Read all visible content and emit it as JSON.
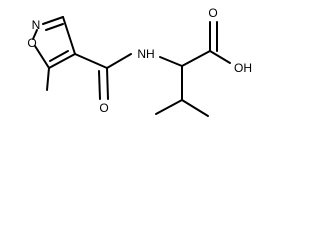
{
  "molecule": {
    "atoms": {
      "ring_nitrogen": "N",
      "ring_oxygen": "O",
      "amide_nitrogen": "NH",
      "amide_oxygen": "O",
      "acid_carbonyl_oxygen": "O",
      "acid_hydroxyl": "OH"
    }
  }
}
